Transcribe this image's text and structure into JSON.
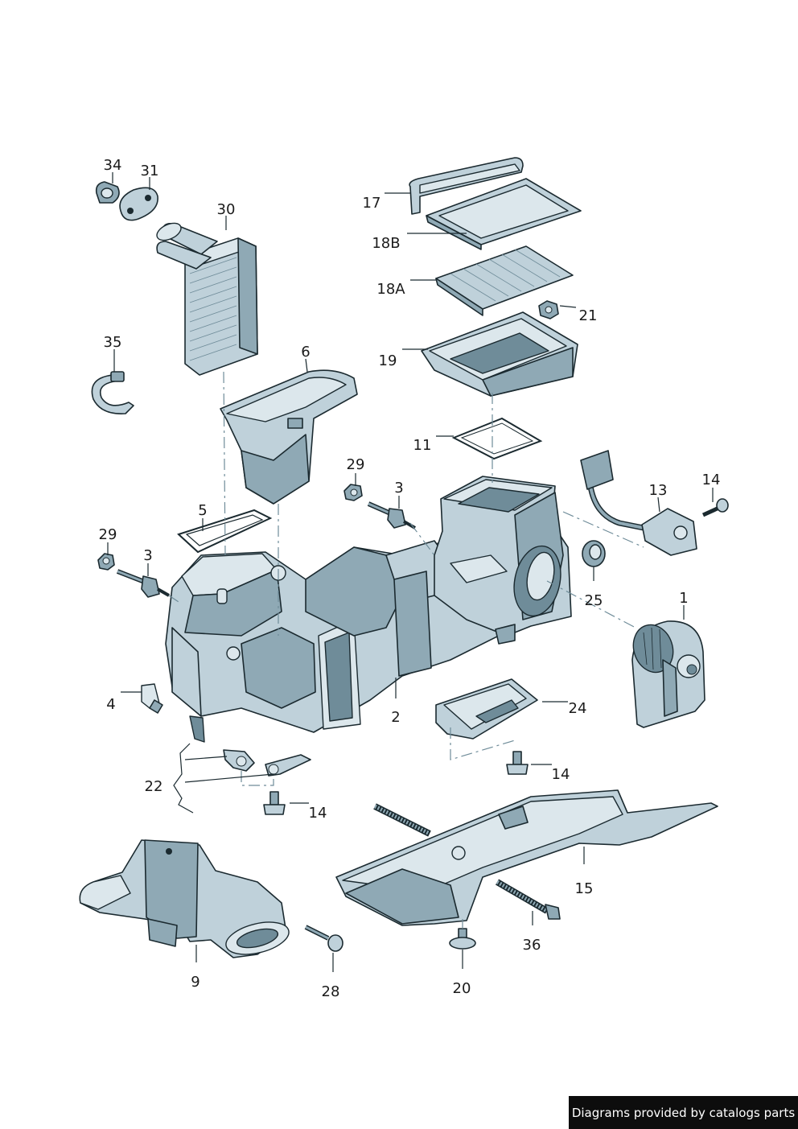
{
  "callouts": {
    "c34": "34",
    "c31": "31",
    "c30": "30",
    "c35": "35",
    "c6": "6",
    "c5": "5",
    "c29a": "29",
    "c3a": "3",
    "c4": "4",
    "c22": "22",
    "c14a": "14",
    "c9": "9",
    "c28": "28",
    "c17": "17",
    "c18b": "18B",
    "c18a": "18A",
    "c21": "21",
    "c19": "19",
    "c11": "11",
    "c29b": "29",
    "c3b": "3",
    "c13": "13",
    "c14b": "14",
    "c25": "25",
    "c1": "1",
    "c2": "2",
    "c24": "24",
    "c14c": "14",
    "c15": "15",
    "c36": "36",
    "c20": "20"
  },
  "footer": {
    "credit": "Diagrams provided by catalogs parts"
  },
  "colors": {
    "part_fill": "#bfd1da",
    "part_dark": "#8fa9b5",
    "outline": "#1b2a30",
    "credit_bg": "#0d0d0d"
  }
}
